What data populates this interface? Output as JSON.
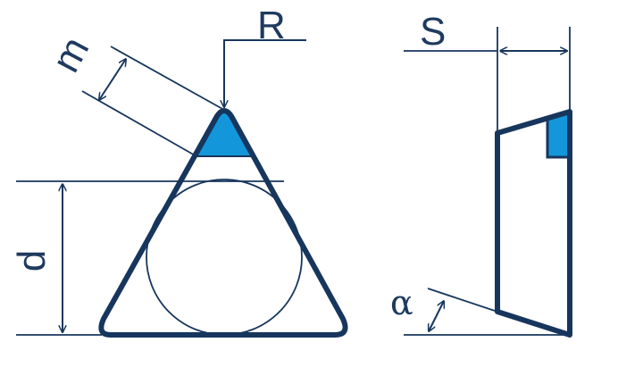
{
  "labels": {
    "m": "m",
    "R": "R",
    "d": "d",
    "S": "S",
    "alpha": "α"
  },
  "colors": {
    "outline": "#17365d",
    "thin": "#1f3a5f",
    "highlight": "#1496db",
    "background": "#ffffff"
  }
}
